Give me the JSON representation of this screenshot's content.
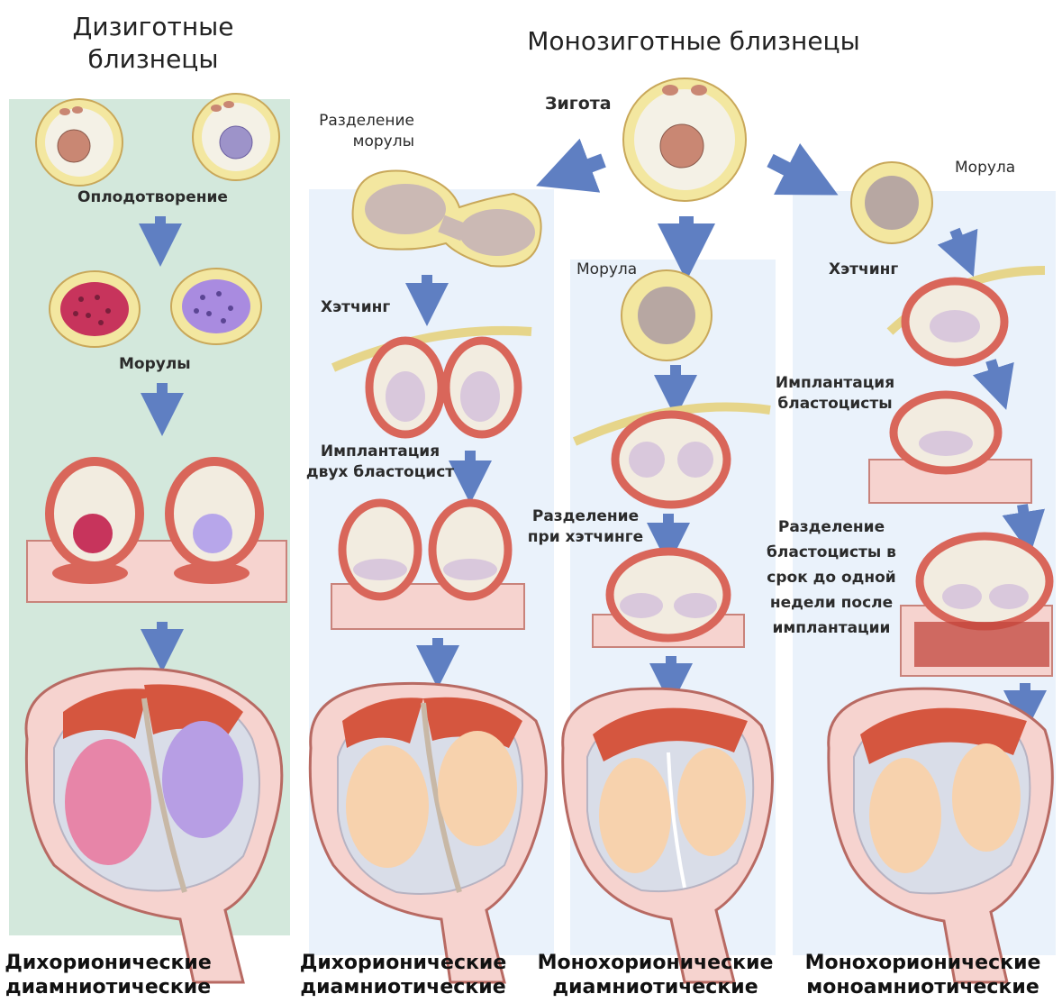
{
  "titles": {
    "dizygotic": "Дизиготные близнецы",
    "monozygotic": "Монозиготные близнецы"
  },
  "labels": {
    "zygote": "Зигота",
    "fertilization": "Оплодотворение",
    "morulae": "Морулы",
    "morula_split": "Разделение морулы",
    "hatching_1": "Хэтчинг",
    "implantation_two": "Имплантация двух бластоцист",
    "morula_center": "Морула",
    "split_hatching": "Разделение при хэтчинге",
    "morula_right": "Морула",
    "hatching_2": "Хэтчинг",
    "implantation_blastocyst": "Имплантация бластоцисты",
    "split_blastocyst": "Разделение бластоцисты в срок до одной недели после имплантации"
  },
  "bottom_labels": [
    {
      "line1": "Дихорионические",
      "line2": "диамниотические"
    },
    {
      "line1": "Дихорионические",
      "line2": "диамниотические"
    },
    {
      "line1": "Монохорионические",
      "line2": "диамниотические"
    },
    {
      "line1": "Монохорионические",
      "line2": "моноамниотические"
    }
  ],
  "colors": {
    "dizygotic_panel": "#d3e8dc",
    "monozygotic_panel": "#eaf2fb",
    "arrow": "#5f7fc2",
    "zona": "#f3e7a0",
    "zona_stroke": "#c9a85a",
    "trophoblast": "#d9665a",
    "uterus_wall": "#f6d3cf",
    "placenta": "#d5563f",
    "fetus_pink": "#e785a8",
    "fetus_purple": "#b79ee4",
    "fetus_peach": "#f7d2ad"
  }
}
